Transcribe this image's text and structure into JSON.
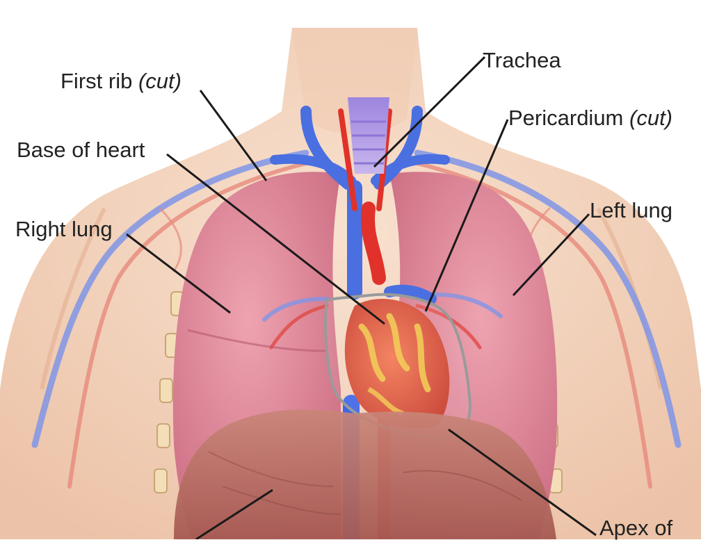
{
  "labels": {
    "first_rib": {
      "text": "First rib ",
      "qualifier": "(cut)"
    },
    "trachea": {
      "text": "Trachea"
    },
    "pericardium": {
      "text": "Pericardium ",
      "qualifier": "(cut)"
    },
    "base_of_heart": {
      "text": "Base of heart"
    },
    "right_lung": {
      "text": "Right lung"
    },
    "left_lung": {
      "text": "Left lung"
    },
    "apex": {
      "text": "Apex of"
    }
  },
  "colors": {
    "skin": "#f3d2bc",
    "skin_shadow": "#e8b89c",
    "lung": "#e6889a",
    "lung_dark": "#c96a80",
    "vein": "#4a6fe0",
    "artery": "#e0322a",
    "heart": "#e9573c",
    "fat": "#f1c64a",
    "diaphragm": "#b86d66",
    "trachea": "#a98fe0",
    "leader_line": "#1a1a1a",
    "pericardium_outline": "#9a9a9a"
  }
}
